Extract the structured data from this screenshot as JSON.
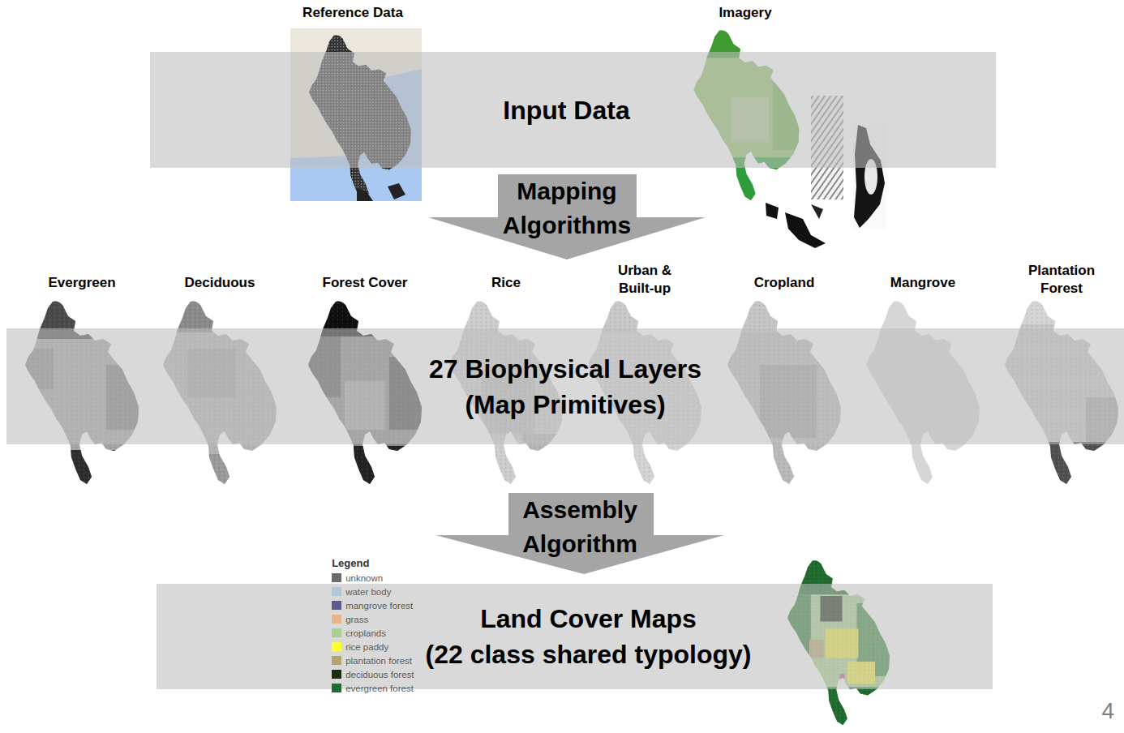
{
  "diagram": {
    "nodes": [
      {
        "text": [
          "Input Data"
        ]
      },
      {
        "text": [
          "Mapping Algorithms"
        ]
      },
      {
        "text": [
          "27 Biophysical Layers",
          "(Map Primitives)"
        ]
      },
      {
        "text": [
          "Assembly Algorithm"
        ]
      },
      {
        "text": [
          "Land Cover Maps",
          "(22 class shared typology)"
        ]
      }
    ],
    "labels": [
      "Reference Data",
      "Imagery",
      "Evergreen",
      "Deciduous",
      "Forest Cover",
      "Rice",
      "Urban & Built-up",
      "Cropland",
      "Mangrove",
      "Plantation Forest",
      "Legend",
      "4"
    ],
    "legend": [
      {
        "text": "unknown",
        "color": "#6b6b6b"
      },
      {
        "text": "water body",
        "color": "#b4c6d8"
      },
      {
        "text": "mangrove forest",
        "color": "#5e5a8c"
      },
      {
        "text": "grass",
        "color": "#e8b48a"
      },
      {
        "text": "croplands",
        "color": "#a9d18e"
      },
      {
        "text": "rice paddy",
        "color": "#ffff33"
      },
      {
        "text": "plantation forest",
        "color": "#b8a46a"
      },
      {
        "text": "deciduous forest",
        "color": "#1b2a12"
      },
      {
        "text": "evergreen forest",
        "color": "#1f6b2e"
      }
    ]
  }
}
